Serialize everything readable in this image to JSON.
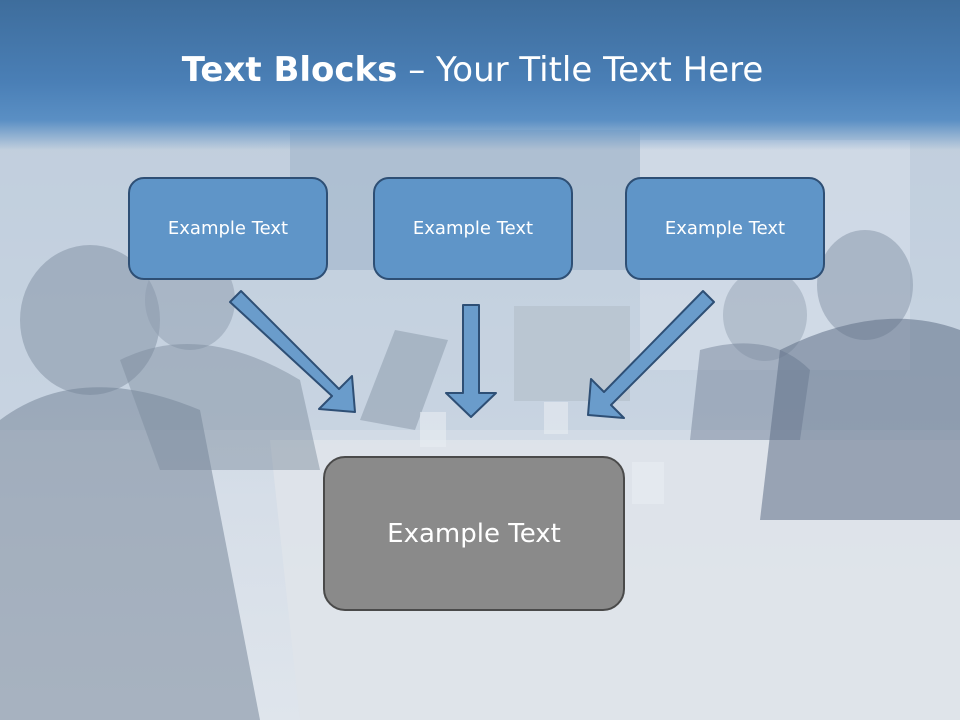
{
  "title": {
    "bold": "Text Blocks",
    "separator": " – ",
    "rest": "Your Title Text Here"
  },
  "blocks": [
    {
      "label": "Example Text"
    },
    {
      "label": "Example Text"
    },
    {
      "label": "Example Text"
    }
  ],
  "target": {
    "label": "Example Text"
  },
  "colors": {
    "header": "#4a7fb6",
    "block_fill": "#5f95c8",
    "target_fill": "#8a8a8a",
    "arrow_fill": "#6a9ccb",
    "outline": "#2e4f75"
  }
}
